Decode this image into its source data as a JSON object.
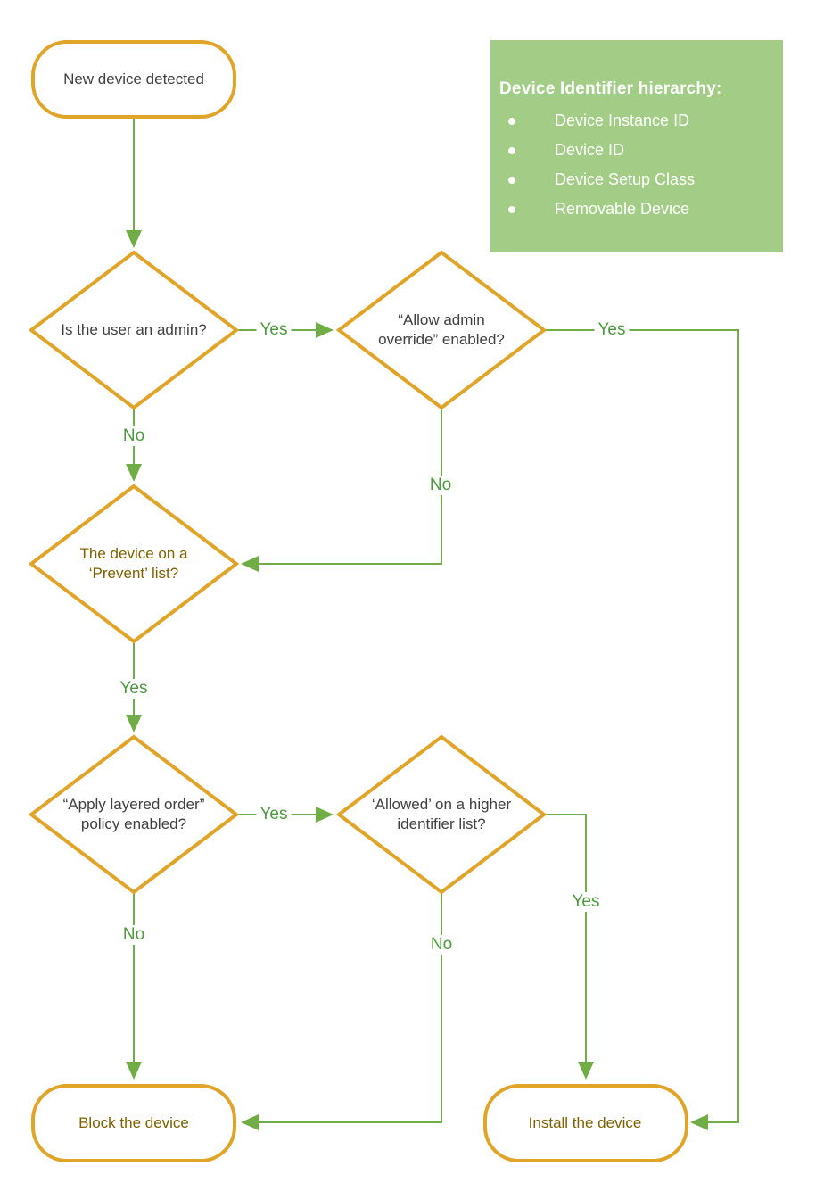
{
  "colors": {
    "node_border": "#E0A428",
    "connector": "#70AD47",
    "edge_label_text": "#4C9A3D",
    "node_text_gray": "#404040",
    "node_text_olive": "#7F6000",
    "legend_bg": "#A3CD86",
    "legend_text": "#FFFFFF"
  },
  "legend": {
    "title": "Device Identifier hierarchy:",
    "items": [
      "Device Instance ID",
      "Device ID",
      "Device Setup Class",
      "Removable Device"
    ]
  },
  "nodes": {
    "start": {
      "label": "New device detected"
    },
    "d1": {
      "label": "Is the user an admin?"
    },
    "d2": {
      "label": "“Allow admin override” enabled?"
    },
    "d3": {
      "label": "The device on a ‘Prevent’ list?"
    },
    "d4": {
      "label": "“Apply layered order” policy enabled?"
    },
    "d5": {
      "label": "‘Allowed’ on a higher identifier list?"
    },
    "block": {
      "label": "Block the device"
    },
    "install": {
      "label": "Install the device"
    }
  },
  "edge_labels": {
    "d1_yes": "Yes",
    "d1_no": "No",
    "d2_yes": "Yes",
    "d2_no": "No",
    "d3_yes": "Yes",
    "d4_yes": "Yes",
    "d4_no": "No",
    "d5_yes": "Yes",
    "d5_no": "No"
  }
}
